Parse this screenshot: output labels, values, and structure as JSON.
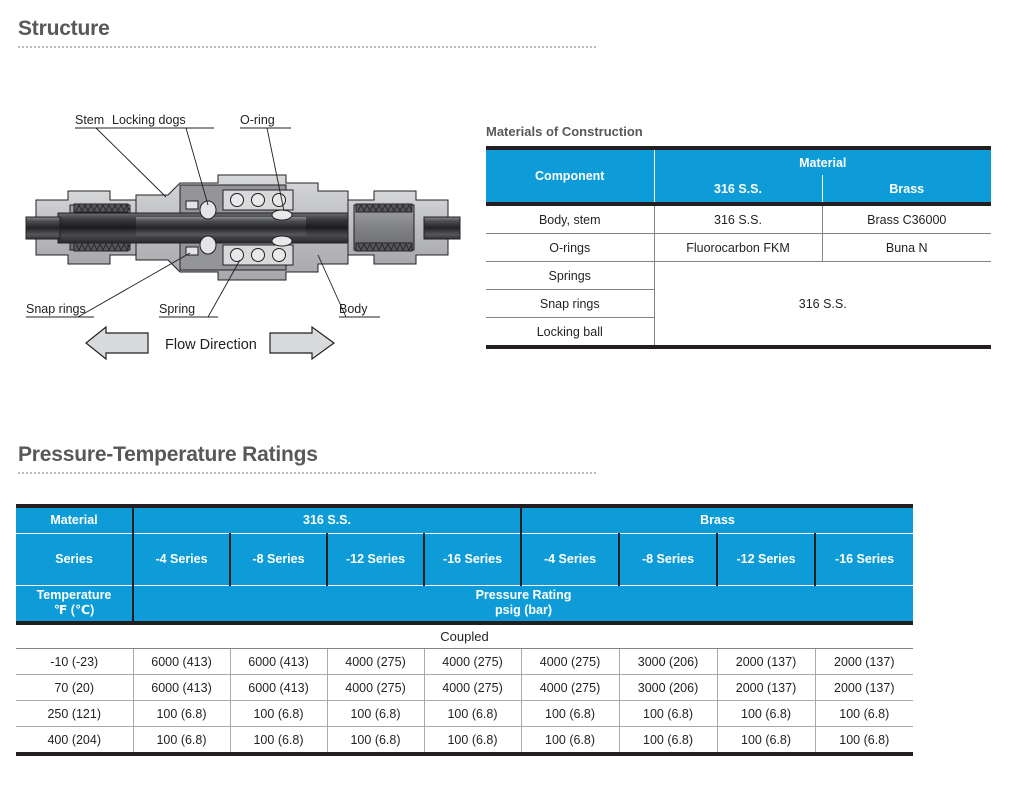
{
  "sections": {
    "structure": {
      "title": "Structure"
    },
    "ratings": {
      "title": "Pressure-Temperature Ratings"
    }
  },
  "diagram": {
    "name": "quick-connect-coupling-cross-section",
    "callouts": {
      "stem": "Stem",
      "locking_dogs": "Locking dogs",
      "oring": "O-ring",
      "snap_rings": "Snap rings",
      "spring": "Spring",
      "body": "Body"
    },
    "flow_label": "Flow Direction"
  },
  "materials_table": {
    "title": "Materials of Construction",
    "headers": {
      "component": "Component",
      "material": "Material",
      "sub": [
        "316 S.S.",
        "Brass"
      ]
    },
    "rows": [
      {
        "component": "Body, stem",
        "ss": "316 S.S.",
        "brass": "Brass C36000"
      },
      {
        "component": "O-rings",
        "ss": "Fluorocarbon FKM",
        "brass": "Buna N"
      },
      {
        "component": "Springs",
        "merged": "316 S.S."
      },
      {
        "component": "Snap rings",
        "merged": ""
      },
      {
        "component": "Locking ball",
        "merged": ""
      }
    ],
    "merged_value": "316 S.S."
  },
  "pressure_table": {
    "headers": {
      "material_label": "Material",
      "series_label": "Series",
      "temperature_label_line1": "Temperature",
      "temperature_label_line2": "℉ (℃)",
      "rating_label_line1": "Pressure Rating",
      "rating_label_line2": "psig (bar)",
      "material_groups": [
        "316 S.S.",
        "Brass"
      ],
      "series": [
        "-4 Series",
        "-8 Series",
        "-12 Series",
        "-16 Series",
        "-4 Series",
        "-8 Series",
        "-12 Series",
        "-16 Series"
      ]
    },
    "group_label": "Coupled",
    "rows": [
      {
        "temperature": "-10 (-23)",
        "values": [
          "6000 (413)",
          "6000 (413)",
          "4000 (275)",
          "4000 (275)",
          "4000 (275)",
          "3000 (206)",
          "2000 (137)",
          "2000 (137)"
        ]
      },
      {
        "temperature": "70 (20)",
        "values": [
          "6000 (413)",
          "6000 (413)",
          "4000 (275)",
          "4000 (275)",
          "4000 (275)",
          "3000 (206)",
          "2000 (137)",
          "2000 (137)"
        ]
      },
      {
        "temperature": "250  (121)",
        "values": [
          "100 (6.8)",
          "100 (6.8)",
          "100 (6.8)",
          "100 (6.8)",
          "100 (6.8)",
          "100 (6.8)",
          "100 (6.8)",
          "100 (6.8)"
        ]
      },
      {
        "temperature": "400  (204)",
        "values": [
          "100 (6.8)",
          "100 (6.8)",
          "100 (6.8)",
          "100 (6.8)",
          "100 (6.8)",
          "100 (6.8)",
          "100 (6.8)",
          "100 (6.8)"
        ]
      }
    ]
  },
  "colors": {
    "header_blue": "#0e9cd9",
    "heading_gray": "#58585b",
    "rule_black": "#231f20",
    "grid_gray": "#a7a9ac"
  }
}
